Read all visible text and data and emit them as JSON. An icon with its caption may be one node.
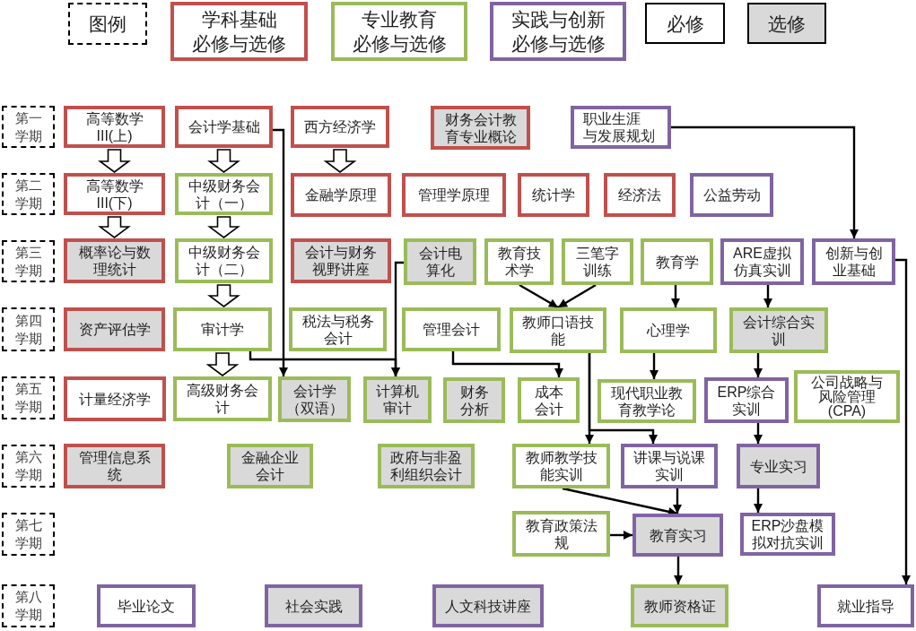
{
  "diagram": {
    "nodes": [
      {
        "text": [
          "第一学期"
        ]
      },
      {
        "text": [
          "高等数学III(上)"
        ]
      },
      {
        "text": [
          "会计学基础"
        ]
      },
      {
        "text": [
          "西方经济学"
        ]
      },
      {
        "text": [
          "财务会计教育专业概论"
        ]
      },
      {
        "text": [
          "职业生涯与发展规划"
        ]
      },
      {
        "text": [
          "第二学期"
        ]
      },
      {
        "text": [
          "高等数学III(下)"
        ]
      },
      {
        "text": [
          "中级财务会计（一）"
        ]
      },
      {
        "text": [
          "金融学原理"
        ]
      },
      {
        "text": [
          "管理学原理"
        ]
      },
      {
        "text": [
          "统计学"
        ]
      },
      {
        "text": [
          "经济法"
        ]
      },
      {
        "text": [
          "公益劳动"
        ]
      },
      {
        "text": [
          "第三学期"
        ]
      },
      {
        "text": [
          "概率论与数理统计"
        ]
      },
      {
        "text": [
          "中级财务会计（二）"
        ]
      },
      {
        "text": [
          "会计与财务视野讲座"
        ]
      },
      {
        "text": [
          "会计电算化"
        ]
      },
      {
        "text": [
          "教育技术学"
        ]
      },
      {
        "text": [
          "三笔字训练"
        ]
      },
      {
        "text": [
          "教育学"
        ]
      },
      {
        "text": [
          "ARE虚拟仿真实训"
        ]
      },
      {
        "text": [
          "创新与创业基础"
        ]
      },
      {
        "text": [
          "第四学期"
        ]
      },
      {
        "text": [
          "资产评估学"
        ]
      },
      {
        "text": [
          "审计学"
        ]
      },
      {
        "text": [
          "税法与税务会计"
        ]
      },
      {
        "text": [
          "管理会计"
        ]
      },
      {
        "text": [
          "教师口语技能"
        ]
      },
      {
        "text": [
          "心理学"
        ]
      },
      {
        "text": [
          "会计综合实训"
        ]
      },
      {
        "text": [
          "第五学期"
        ]
      },
      {
        "text": [
          "计量经济学"
        ]
      },
      {
        "text": [
          "高级财务会计"
        ]
      },
      {
        "text": [
          "会计学（双语）"
        ]
      },
      {
        "text": [
          "计算机审计"
        ]
      },
      {
        "text": [
          "财务分析"
        ]
      },
      {
        "text": [
          "成本会计"
        ]
      },
      {
        "text": [
          "现代职业教育教学论"
        ]
      },
      {
        "text": [
          "ERP综合实训"
        ]
      },
      {
        "text": [
          "公司战略与风险管理(CPA)"
        ]
      },
      {
        "text": [
          "第六学期"
        ]
      },
      {
        "text": [
          "管理信息系统"
        ]
      },
      {
        "text": [
          "金融企业会计"
        ]
      },
      {
        "text": [
          "政府与非盈利组织会计"
        ]
      },
      {
        "text": [
          "教师教学技能实训"
        ]
      },
      {
        "text": [
          "讲课与说课实训"
        ]
      },
      {
        "text": [
          "专业实习"
        ]
      },
      {
        "text": [
          "第七学期"
        ]
      },
      {
        "text": [
          "教育政策法规"
        ]
      },
      {
        "text": [
          "教育实习"
        ]
      },
      {
        "text": [
          "ERP沙盘模拟对抗实训"
        ]
      },
      {
        "text": [
          "第八学期"
        ]
      },
      {
        "text": [
          "毕业论文"
        ]
      },
      {
        "text": [
          "社会实践"
        ]
      },
      {
        "text": [
          "人文科技讲座"
        ]
      },
      {
        "text": [
          "教师资格证"
        ]
      },
      {
        "text": [
          "就业指导"
        ]
      }
    ],
    "edges": [
      {
        "from": 1,
        "to": 7,
        "arrow": "to",
        "style": "thick"
      },
      {
        "from": 2,
        "to": 8,
        "arrow": "to",
        "style": "thick"
      },
      {
        "from": 3,
        "to": 9,
        "arrow": "to",
        "style": "thick"
      },
      {
        "from": 7,
        "to": 15,
        "arrow": "to",
        "style": "thick"
      },
      {
        "from": 8,
        "to": 16,
        "arrow": "to",
        "style": "thick"
      },
      {
        "from": 16,
        "to": 26,
        "arrow": "to",
        "style": "thick"
      },
      {
        "from": 26,
        "to": 34,
        "arrow": "to",
        "style": "thick"
      },
      {
        "from": 2,
        "to": 35,
        "arrow": "to"
      },
      {
        "from": 18,
        "to": 36,
        "arrow": "to"
      },
      {
        "from": 26,
        "to": 36,
        "arrow": "to"
      },
      {
        "from": 28,
        "to": 38,
        "arrow": "to"
      },
      {
        "from": 19,
        "to": 29,
        "arrow": "to"
      },
      {
        "from": 20,
        "to": 29,
        "arrow": "to"
      },
      {
        "from": 21,
        "to": 30,
        "arrow": "to"
      },
      {
        "from": 22,
        "to": 31,
        "arrow": "to"
      },
      {
        "from": 5,
        "to": 23,
        "arrow": "to"
      },
      {
        "from": 23,
        "to": 58,
        "arrow": "to"
      },
      {
        "from": 30,
        "to": 39,
        "arrow": "to"
      },
      {
        "from": 31,
        "to": 40,
        "arrow": "to"
      },
      {
        "from": 29,
        "to": 46,
        "arrow": "to"
      },
      {
        "from": 29,
        "to": 47,
        "arrow": "to"
      },
      {
        "from": 40,
        "to": 48,
        "arrow": "to"
      },
      {
        "from": 46,
        "to": 51,
        "arrow": "to"
      },
      {
        "from": 47,
        "to": 51,
        "arrow": "to"
      },
      {
        "from": 48,
        "to": 52,
        "arrow": "to"
      },
      {
        "from": 50,
        "to": 51,
        "arrow": "to"
      },
      {
        "from": 51,
        "to": 57,
        "arrow": "to"
      }
    ],
    "labels": [
      "图例"
    ],
    "legend": [
      {
        "text": "学科基础必修与选修",
        "color": "#c0504d"
      },
      {
        "text": "专业教育必修与选修",
        "color": "#9bbb59"
      },
      {
        "text": "实践与创新必修与选修",
        "color": "#8064a2"
      },
      {
        "text": "必修",
        "color": "#ffffff"
      },
      {
        "text": "选修",
        "color": "#d9d9d9"
      }
    ]
  }
}
